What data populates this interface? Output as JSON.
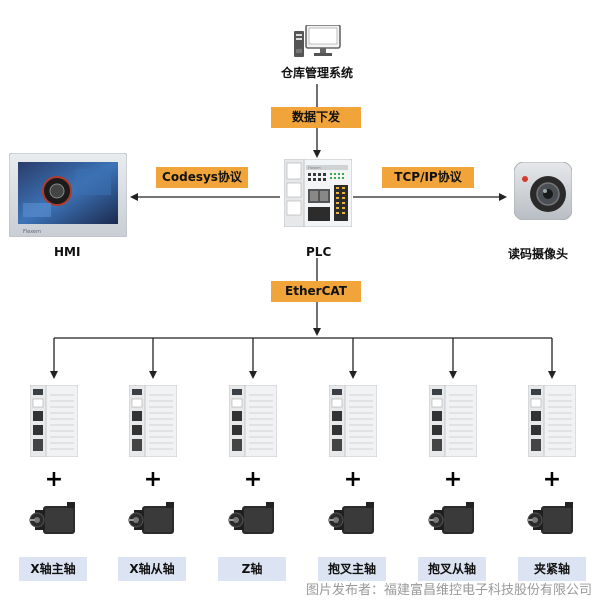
{
  "top": {
    "label": "仓库管理系统",
    "icon": "computer-icon"
  },
  "tags": {
    "data_down": "数据下发",
    "codesys": "Codesys协议",
    "tcpip": "TCP/IP协议",
    "ethercat": "EtherCAT"
  },
  "nodes": {
    "hmi": "HMI",
    "plc": "PLC",
    "camera": "读码摄像头"
  },
  "axes": [
    {
      "label": "X轴主轴"
    },
    {
      "label": "X轴从轴"
    },
    {
      "label": "Z轴"
    },
    {
      "label": "抱叉主轴"
    },
    {
      "label": "抱叉从轴"
    },
    {
      "label": "夹紧轴"
    }
  ],
  "plus": "+",
  "footer": "图片发布者：福建富昌维控电子科技股份有限公司",
  "colors": {
    "tag_orange": "#f0a43a",
    "tag_blue": "#dce3f2",
    "line": "#222222"
  }
}
